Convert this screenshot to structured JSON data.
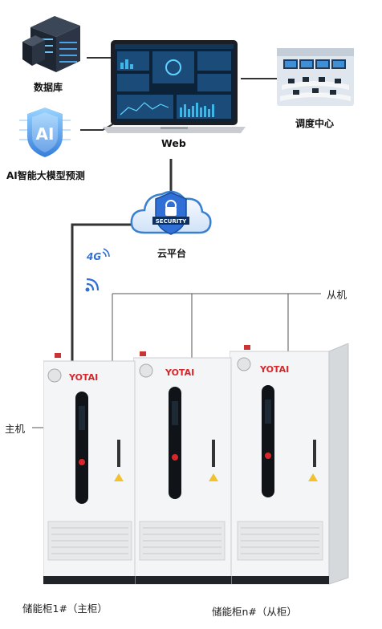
{
  "nodes": {
    "database": "数据库",
    "ai_model": "AI智能大模型预测",
    "web": "Web",
    "dispatch_center": "调度中心",
    "cloud_platform": "云平台",
    "security_badge": "SECURITY",
    "ai_badge": "AI",
    "signal_4g": "4G"
  },
  "roles": {
    "master": "主机",
    "slave": "从机"
  },
  "cabinets": {
    "brand": "YOTAI",
    "cabinet_1": "储能柜1#（主柜）",
    "cabinet_n": "储能柜n#（从柜）"
  },
  "colors": {
    "link_line": "#333333",
    "signal_blue": "#2f6fd6",
    "brand_red": "#d8262b",
    "cabinet_body": "#f3f4f5",
    "cloud_blue": "#3a7fd0"
  }
}
